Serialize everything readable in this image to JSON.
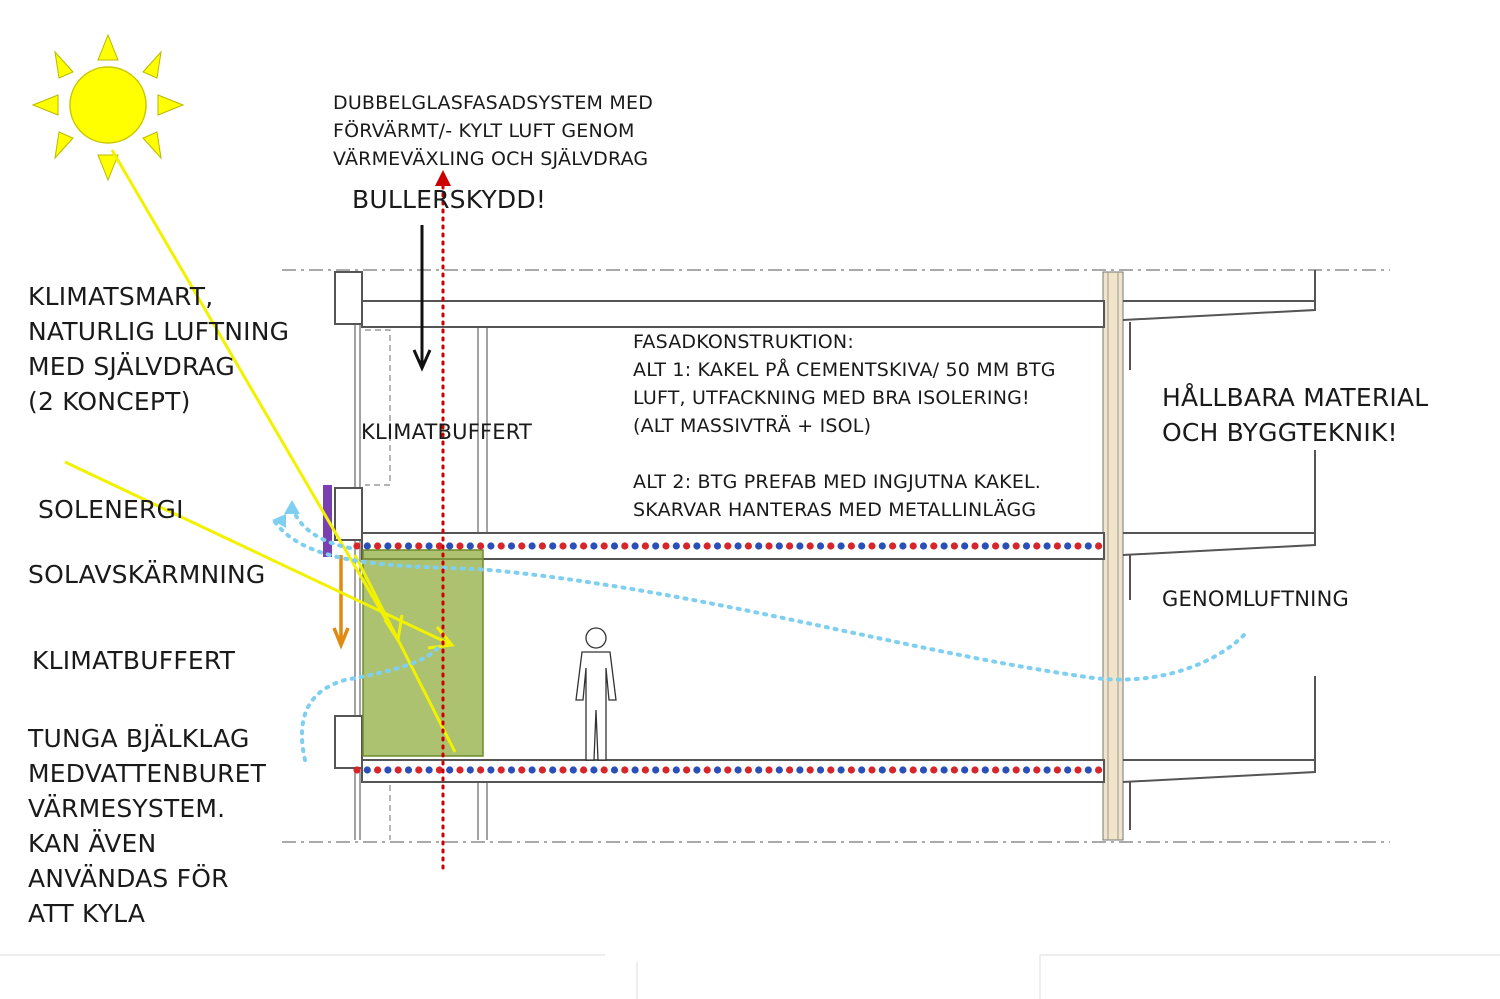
{
  "labels": {
    "facade_system": "DUBBELGLASFASADSYSTEM MED\nFÖRVÄRMT/- KYLT LUFT GENOM\nVÄRMEVÄXLING OCH SJÄLVDRAG",
    "noise": "BULLERSKYDD!",
    "climate_smart": "KLIMATSMART,\nNATURLIG LUFTNING\nMED SJÄLVDRAG\n(2 KONCEPT)",
    "climate_buffer_inner": "KLIMATBUFFERT",
    "facade_construction": "FASADKONSTRUKTION:\nALT 1: KAKEL PÅ CEMENTSKIVA/ 50 MM BTG\nLUFT, UTFACKNING MED BRA ISOLERING!\n(ALT MASSIVTRÄ + ISOL)\n\nALT 2:  BTG PREFAB MED INGJUTNA KAKEL.\nSKARVAR HANTERAS MED METALLINLÄGG",
    "sustainable": "HÅLLBARA MATERIAL\nOCH BYGGTEKNIK!",
    "solar_energy": "SOLENERGI",
    "solar_shading": "SOLAVSKÄRMNING",
    "climate_buffer": "KLIMATBUFFERT",
    "cross_ventilation": "GENOMLUFTNING",
    "heavy_slabs": "TUNGA BJÄLKLAG\nMEDVATTENBURET\nVÄRMESYSTEM.\nKAN ÄVEN\nANVÄNDAS FÖR\nATT KYLA"
  },
  "colors": {
    "sun": "#ffff00",
    "sun_ray": "#f2f200",
    "airflow": "#7fd0f0",
    "exhaust_arrow": "#cc0000",
    "noise_arrow": "#111111",
    "shading": "#e08a10",
    "solar_panel": "#7a3fb0",
    "buffer_fill": "#8cab3a",
    "heating_red": "#d6262b",
    "heating_blue": "#2a4fb8",
    "structure": "#555555",
    "timber": "#f2e4c8"
  },
  "icons": [
    "sun-icon",
    "person-icon"
  ]
}
